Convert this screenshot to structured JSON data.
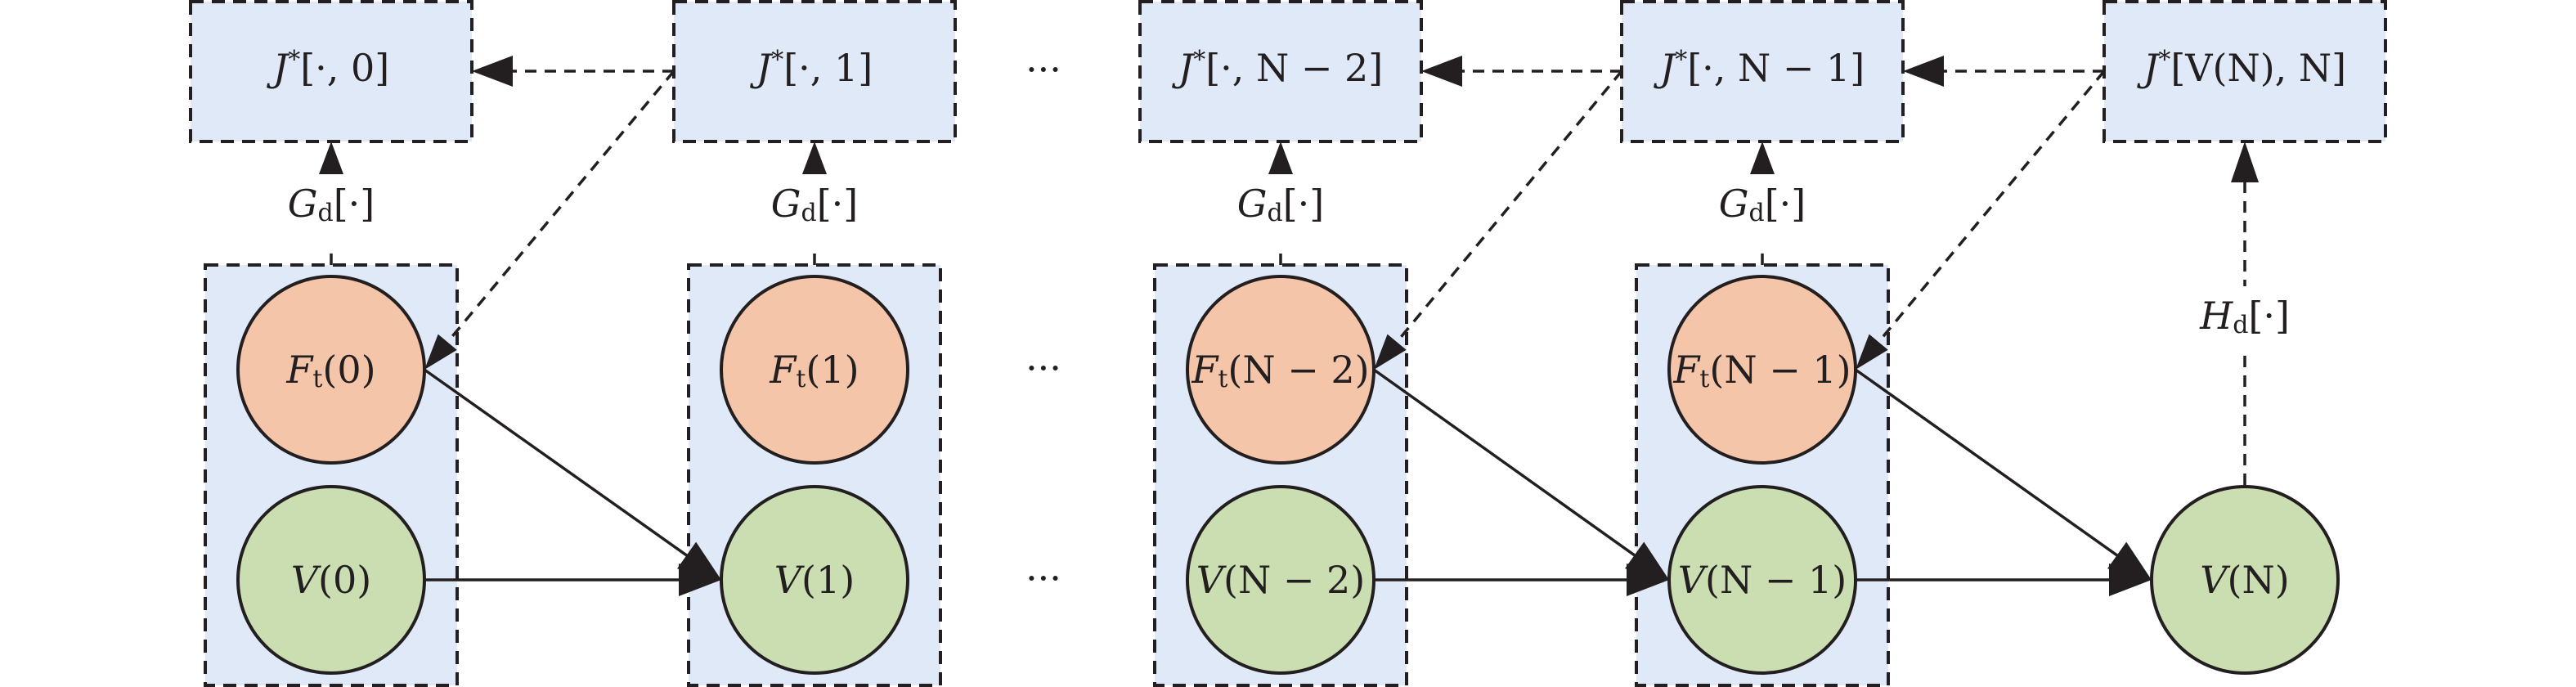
{
  "title": "Dynamic programming backward recursion diagram",
  "colors": {
    "box_fill": "#dfe9f7",
    "f_node_fill": "#f4c5a8",
    "v_node_fill": "#cadeb1",
    "stroke": "#231f20",
    "background": "#ffffff"
  },
  "columns": [
    {
      "id": "0",
      "cost_box": {
        "base": "J",
        "sup": "*",
        "args": "[·, 0]"
      },
      "edge_label": {
        "base": "G",
        "sub": "d",
        "args": "[·]"
      },
      "f_node": {
        "base": "F",
        "sub": "t",
        "args": "(0)"
      },
      "v_node": {
        "base": "V",
        "args": "(0)"
      }
    },
    {
      "id": "1",
      "cost_box": {
        "base": "J",
        "sup": "*",
        "args": "[·, 1]"
      },
      "edge_label": {
        "base": "G",
        "sub": "d",
        "args": "[·]"
      },
      "f_node": {
        "base": "F",
        "sub": "t",
        "args": "(1)"
      },
      "v_node": {
        "base": "V",
        "args": "(1)"
      }
    },
    {
      "id": "N-2",
      "cost_box": {
        "base": "J",
        "sup": "*",
        "args": "[·, N − 2]"
      },
      "edge_label": {
        "base": "G",
        "sub": "d",
        "args": "[·]"
      },
      "f_node": {
        "base": "F",
        "sub": "t",
        "args": "(N − 2)"
      },
      "v_node": {
        "base": "V",
        "args": "(N − 2)"
      }
    },
    {
      "id": "N-1",
      "cost_box": {
        "base": "J",
        "sup": "*",
        "args": "[·, N − 1]"
      },
      "edge_label": {
        "base": "G",
        "sub": "d",
        "args": "[·]"
      },
      "f_node": {
        "base": "F",
        "sub": "t",
        "args": "(N − 1)"
      },
      "v_node": {
        "base": "V",
        "args": "(N − 1)"
      }
    }
  ],
  "final_column": {
    "cost_box": {
      "base": "J",
      "sup": "*",
      "args": "[V(N), N]"
    },
    "edge_label": {
      "base": "H",
      "sub": "d",
      "args": "[·]"
    },
    "v_node": {
      "base": "V",
      "args": "(N)"
    }
  },
  "ellipsis": "···",
  "edges": {
    "cost_links": [
      {
        "from": "J*[·, 1]",
        "to": "J*[·, 0]",
        "style": "dashed"
      },
      {
        "from": "J*[·, N − 1]",
        "to": "J*[·, N − 2]",
        "style": "dashed"
      },
      {
        "from": "J*[V(N), N]",
        "to": "J*[·, N − 1]",
        "style": "dashed"
      }
    ],
    "feedback_links": [
      {
        "from": "J*[·, 1]",
        "to": "F_t(0)",
        "style": "dashed"
      },
      {
        "from": "J*[·, N − 1]",
        "to": "F_t(N − 2)",
        "style": "dashed"
      },
      {
        "from": "J*[V(N), N]",
        "to": "F_t(N − 1)",
        "style": "dashed"
      }
    ],
    "transitions": [
      {
        "from": "F_t(0)",
        "to": "V(1)",
        "style": "solid"
      },
      {
        "from": "V(0)",
        "to": "V(1)",
        "style": "solid"
      },
      {
        "from": "F_t(N − 2)",
        "to": "V(N − 1)",
        "style": "solid"
      },
      {
        "from": "V(N − 2)",
        "to": "V(N − 1)",
        "style": "solid"
      },
      {
        "from": "F_t(N − 1)",
        "to": "V(N)",
        "style": "solid"
      },
      {
        "from": "V(N − 1)",
        "to": "V(N)",
        "style": "solid"
      }
    ]
  }
}
